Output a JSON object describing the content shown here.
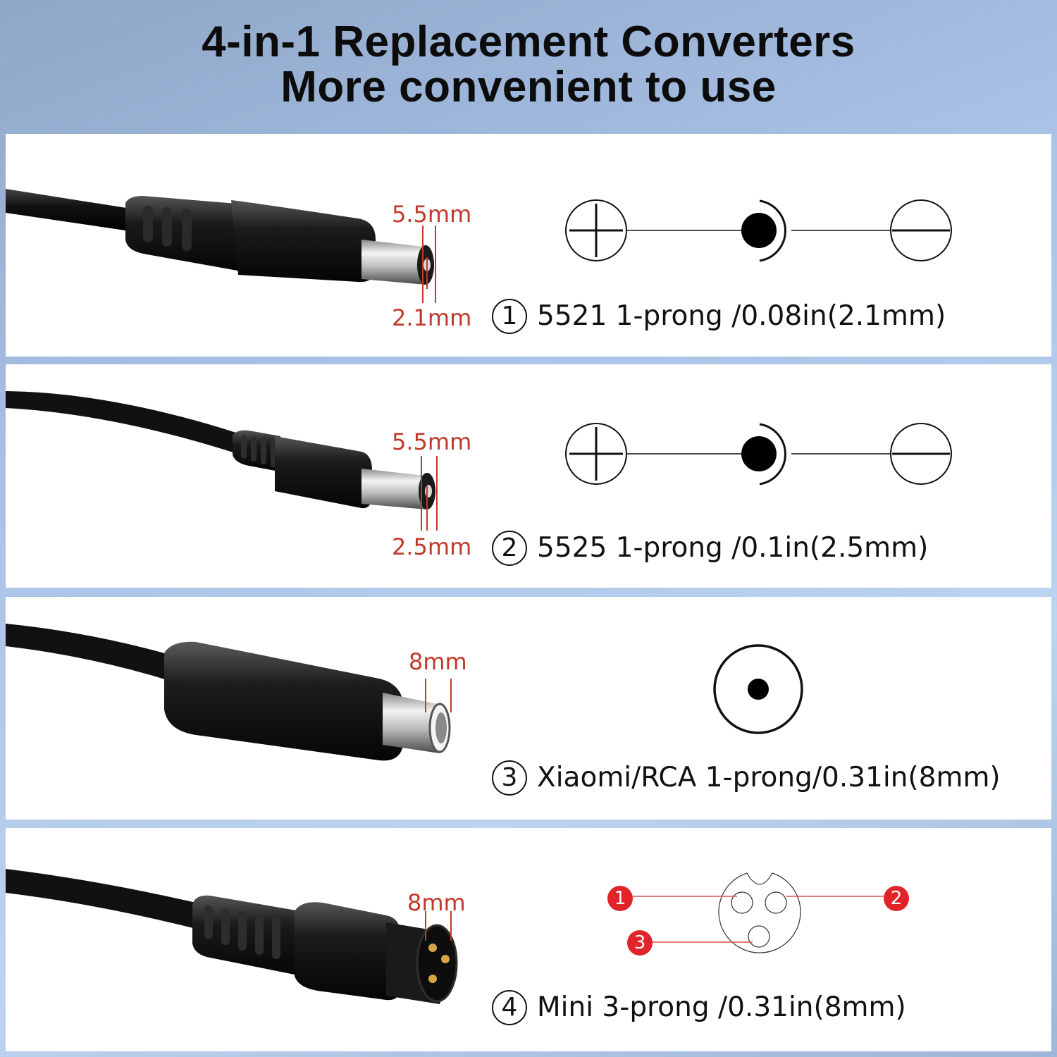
{
  "header": {
    "line1": "4-in-1 Replacement Converters",
    "line2": "More convenient to use"
  },
  "connectors": [
    {
      "number": "1",
      "outer_dim": "5.5mm",
      "inner_dim": "2.1mm",
      "caption": "5521 1-prong /0.08in(2.1mm)"
    },
    {
      "number": "2",
      "outer_dim": "5.5mm",
      "inner_dim": "2.5mm",
      "caption": "5525 1-prong /0.1in(2.5mm)"
    },
    {
      "number": "3",
      "outer_dim": "8mm",
      "caption": "Xiaomi/RCA 1-prong/0.31in(8mm)"
    },
    {
      "number": "4",
      "outer_dim": "8mm",
      "caption": "Mini 3-prong /0.31in(8mm)",
      "pins": [
        "1",
        "2",
        "3"
      ]
    }
  ],
  "colors": {
    "dimension_red": "#c0392b",
    "pin_badge_red": "#e0242a"
  }
}
